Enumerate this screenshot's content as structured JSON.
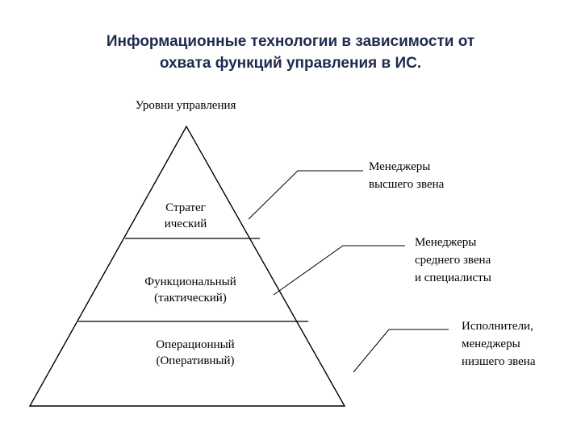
{
  "title": {
    "line1": "Информационные технологии в зависимости от",
    "line2": "охвата функций управления в ИС."
  },
  "diagram": {
    "heading": "Уровни управления",
    "levels": [
      {
        "lines": [
          "Стратег",
          "ический"
        ]
      },
      {
        "lines": [
          "Функциональный",
          "(тактический)"
        ]
      },
      {
        "lines": [
          "Операционный",
          "(Оперативный)"
        ]
      }
    ],
    "callouts": [
      {
        "lines": [
          "Менеджеры",
          "высшего звена"
        ]
      },
      {
        "lines": [
          "Менеджеры",
          "среднего звена",
          "и специалисты"
        ]
      },
      {
        "lines": [
          "Исполнители,",
          "менеджеры",
          "низшего звена"
        ]
      }
    ]
  }
}
